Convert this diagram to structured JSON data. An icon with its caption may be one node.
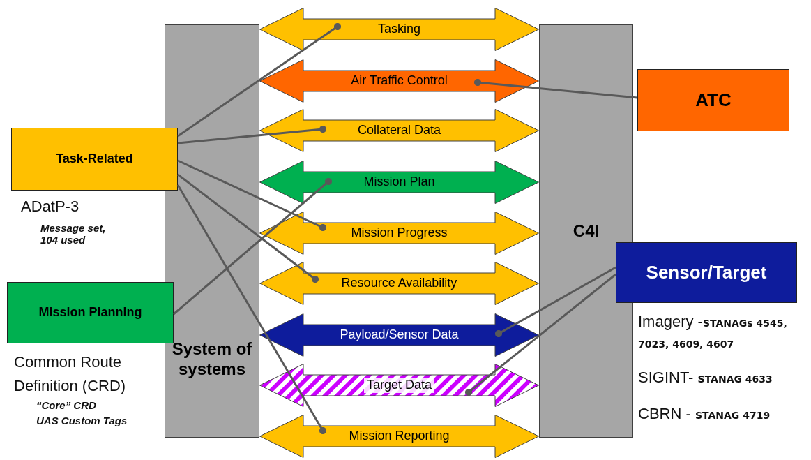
{
  "diagram": {
    "nodes": [
      {
        "text": [
          "System of systems"
        ]
      },
      {
        "text": [
          "C4I"
        ]
      },
      {
        "text": [
          "Tasking"
        ]
      },
      {
        "text": [
          "Air Traffic Control"
        ]
      },
      {
        "text": [
          "Collateral Data"
        ]
      },
      {
        "text": [
          "Mission Plan"
        ]
      },
      {
        "text": [
          "Mission Progress"
        ]
      },
      {
        "text": [
          "Resource Availability"
        ]
      },
      {
        "text": [
          "Payload/Sensor Data"
        ]
      },
      {
        "text": [
          "Target Data"
        ]
      },
      {
        "text": [
          "Mission Reporting"
        ]
      },
      {
        "text": [
          "Task-Related"
        ],
        "beside": [
          "ADatP-3",
          "Message set, 104 used"
        ]
      },
      {
        "text": [
          "Mission Planning"
        ],
        "beside": [
          "Common Route Definition (CRD)",
          "“Core” CRD",
          "UAS Custom Tags"
        ]
      },
      {
        "text": [
          "ATC"
        ]
      },
      {
        "text": [
          "Sensor/Target"
        ],
        "beside": [
          "Imagery -**STANAGs 4545, 7023, 4609, 4607**"
        ]
      }
    ],
    "labels": [
      "SIGINT- **STANAG 4633**",
      "CBRN - **STANAG 4719**"
    ],
    "edges": [
      {
        "from": 11,
        "to": 2,
        "arrow": "other"
      },
      {
        "from": 11,
        "to": 4,
        "arrow": "other"
      },
      {
        "from": 11,
        "to": 6,
        "arrow": "other"
      },
      {
        "from": 11,
        "to": 7,
        "arrow": "other"
      },
      {
        "from": 11,
        "to": 10,
        "arrow": "other"
      },
      {
        "from": 12,
        "to": 5,
        "arrow": "other"
      },
      {
        "from": 13,
        "to": 3,
        "arrow": "other"
      },
      {
        "from": 14,
        "to": 8,
        "arrow": "other"
      },
      {
        "from": 14,
        "to": 9,
        "arrow": "other"
      }
    ]
  }
}
